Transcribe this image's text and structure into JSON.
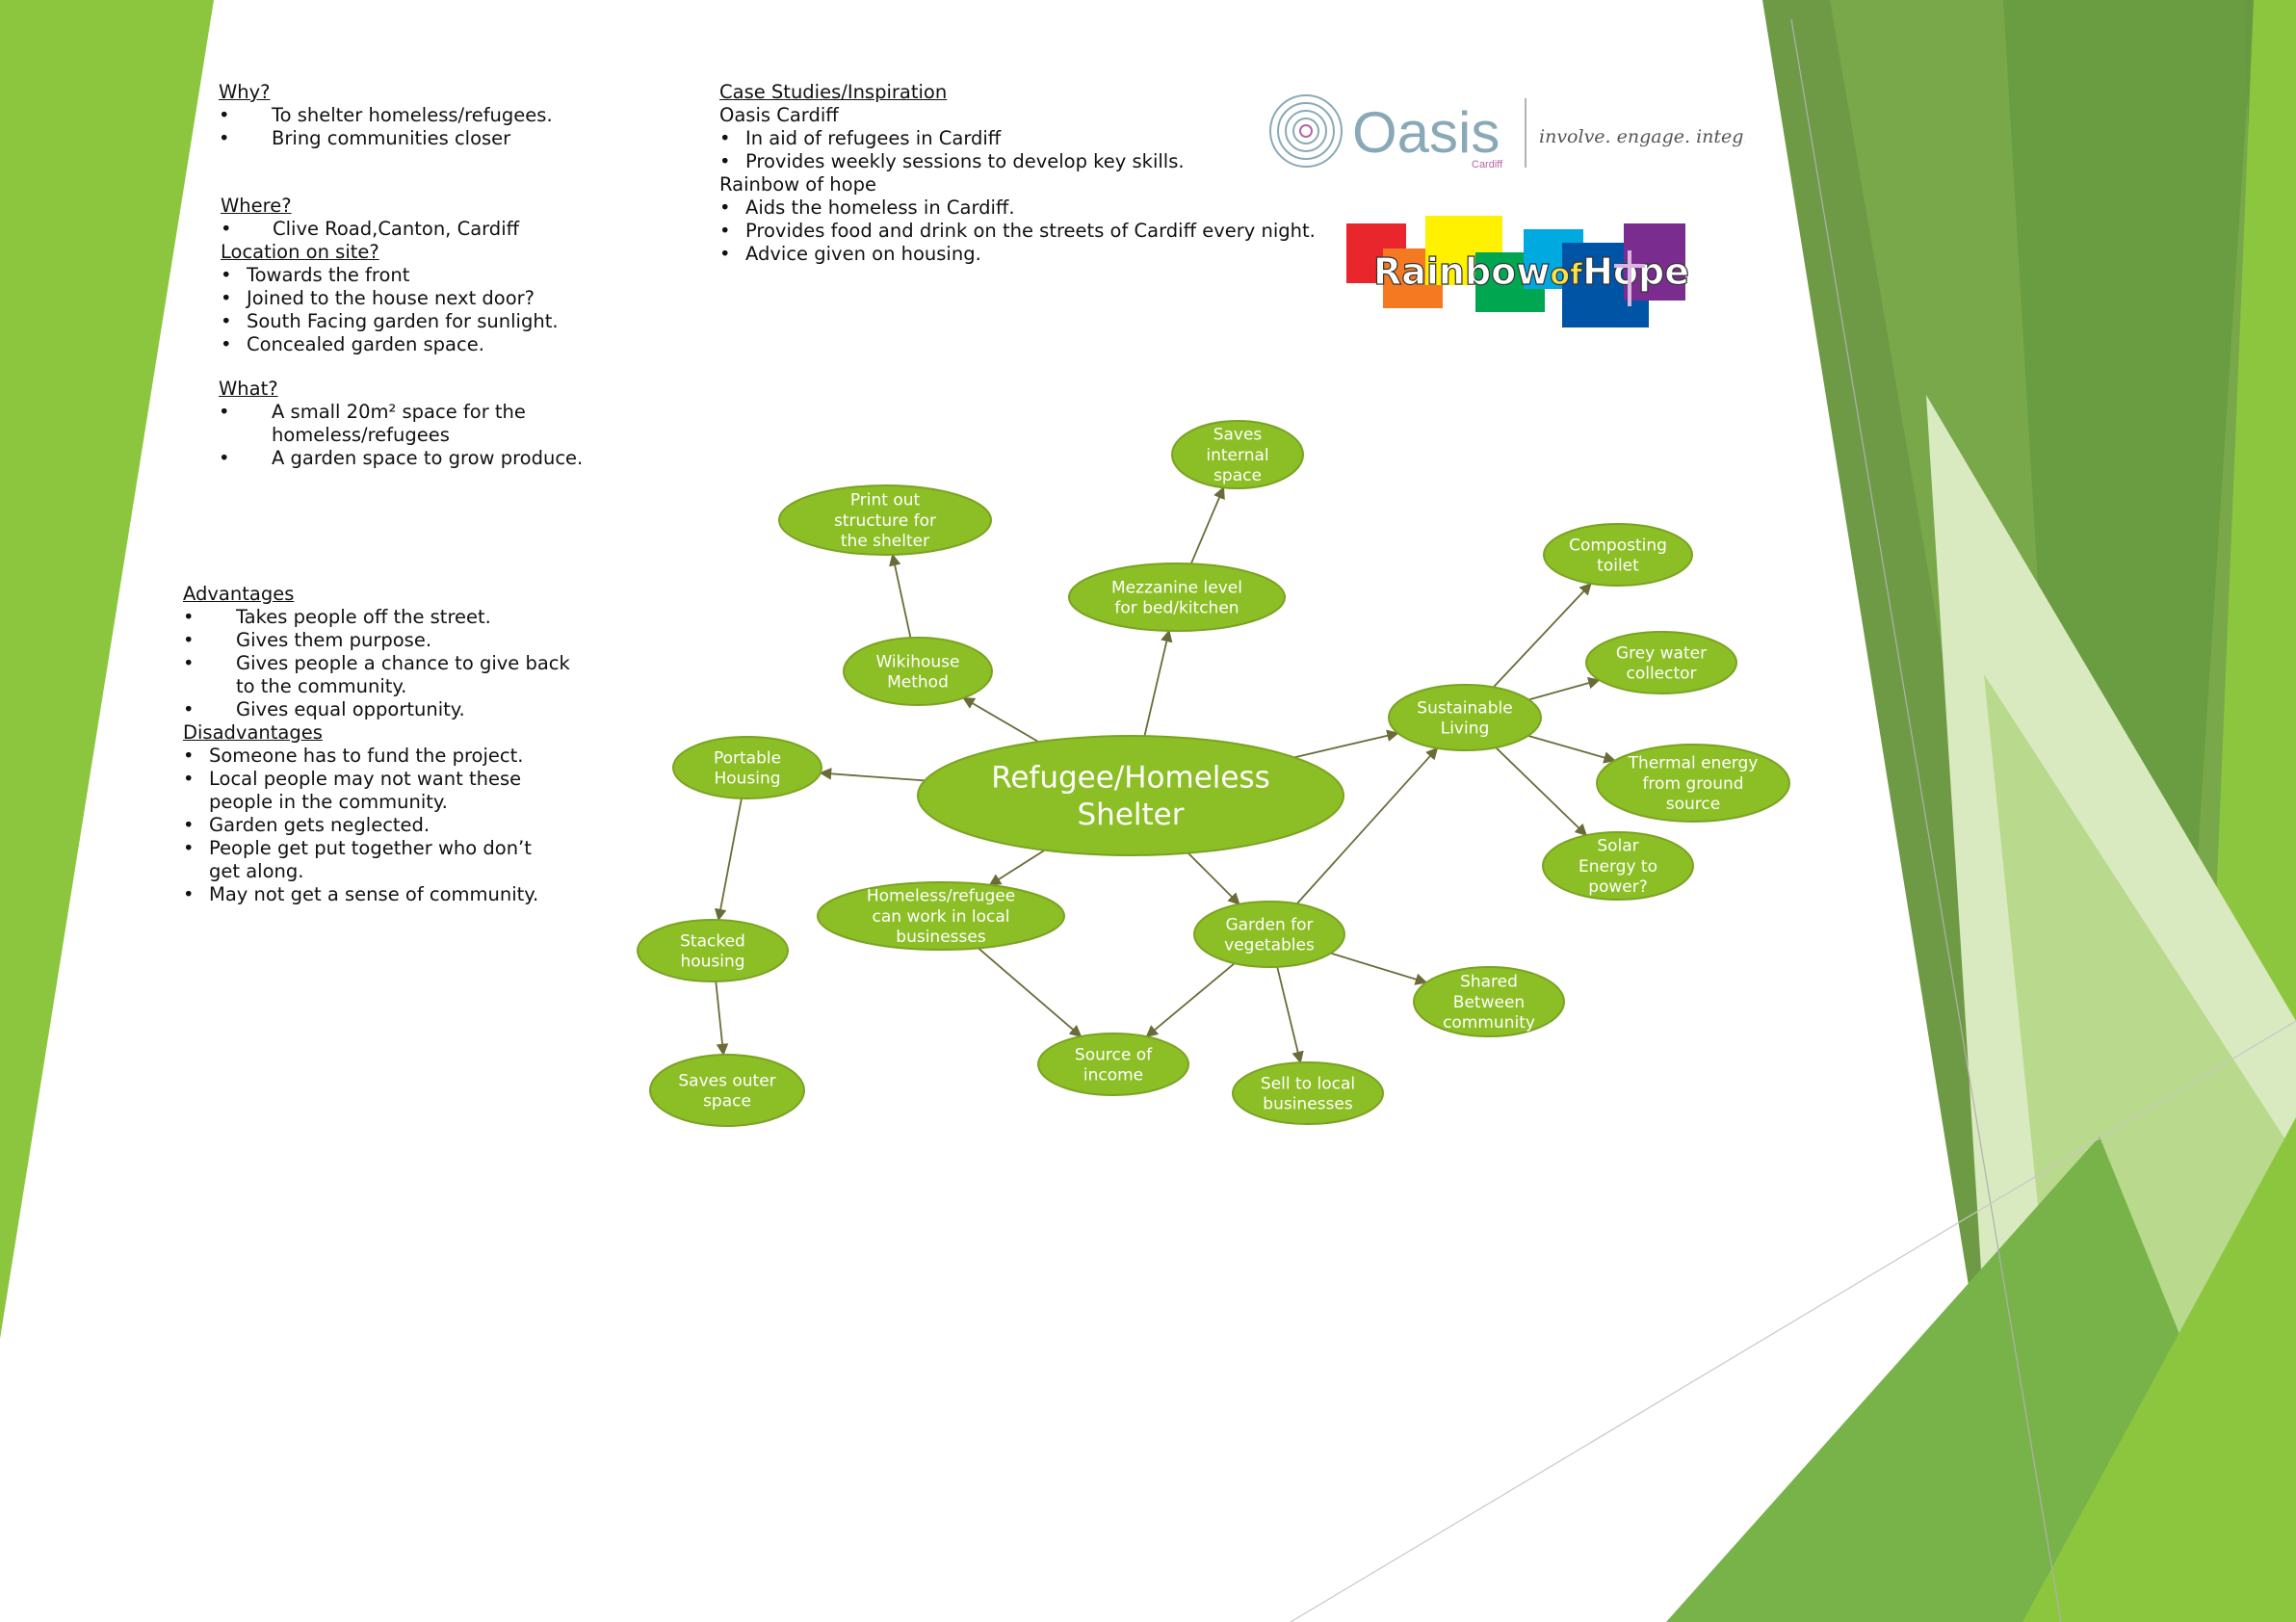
{
  "colors": {
    "node_fill": "#8cbf26",
    "node_stroke": "#7aa321",
    "connector": "#6b6b3a",
    "bg_green_dark": "#6a9a3f",
    "bg_green_mid": "#8fc13a",
    "bg_green_light": "#c5e08f",
    "rainbow": [
      "#e8262b",
      "#f47920",
      "#fff100",
      "#00a650",
      "#00a9e0",
      "#0054a6",
      "#7b2c8f"
    ]
  },
  "why": {
    "heading": "Why?",
    "items": [
      "To shelter homeless/refugees.",
      "Bring communities closer"
    ]
  },
  "where": {
    "heading": "Where?",
    "items": [
      "Clive Road,Canton, Cardiff"
    ]
  },
  "location": {
    "heading": "Location on site?",
    "items": [
      "Towards the front",
      "Joined to the house next door?",
      "South Facing garden for sunlight.",
      "Concealed garden space."
    ]
  },
  "what": {
    "heading": "What?",
    "items": [
      "A small 20m² space for the homeless/refugees",
      "A garden space to grow produce."
    ]
  },
  "advantages": {
    "heading": "Advantages",
    "items": [
      "Takes people off the street.",
      "Gives them purpose.",
      "Gives people a chance to give back to the community.",
      "Gives equal opportunity."
    ]
  },
  "disadvantages": {
    "heading": "Disadvantages",
    "items": [
      "Someone has to fund the project.",
      "Local people may not want these people in the community.",
      "Garden gets neglected.",
      "People get put together who don’t get along.",
      "May not get a sense of community."
    ]
  },
  "case_studies": {
    "heading": "Case Studies/Inspiration",
    "org1": "Oasis Cardiff",
    "org1_items": [
      "In aid of refugees in Cardiff",
      "Provides weekly sessions to develop key skills."
    ],
    "org2": "Rainbow of hope",
    "org2_items": [
      "Aids the homeless in Cardiff.",
      "Provides food and drink on the streets of Cardiff every night.",
      "Advice given on housing."
    ]
  },
  "oasis_logo": {
    "name": "Oasis",
    "sub": "Cardiff",
    "tagline": "involve. engage. integrate."
  },
  "rainbow_logo": {
    "word1": "Rainbow",
    "word2": "of",
    "word3": "Hope"
  },
  "mindmap": {
    "center": "Refugee/Homeless Shelter",
    "nodes": {
      "saves_internal": "Saves internal space",
      "print_out": "Print out structure for the shelter",
      "mezzanine": "Mezzanine level for bed/kitchen",
      "wikihouse": "Wikihouse Method",
      "portable": "Portable Housing",
      "composting": "Composting toilet",
      "grey_water": "Grey water collector",
      "sustainable": "Sustainable Living",
      "thermal": "Thermal energy from ground source",
      "solar": "Solar Energy to power?",
      "homeless_work": "Homeless/refugee can work in local businesses",
      "garden_veg": "Garden for vegetables",
      "stacked": "Stacked housing",
      "shared": "Shared Between community",
      "source_income": "Source of income",
      "sell_local": "Sell to local businesses",
      "saves_outer": "Saves outer space"
    }
  }
}
